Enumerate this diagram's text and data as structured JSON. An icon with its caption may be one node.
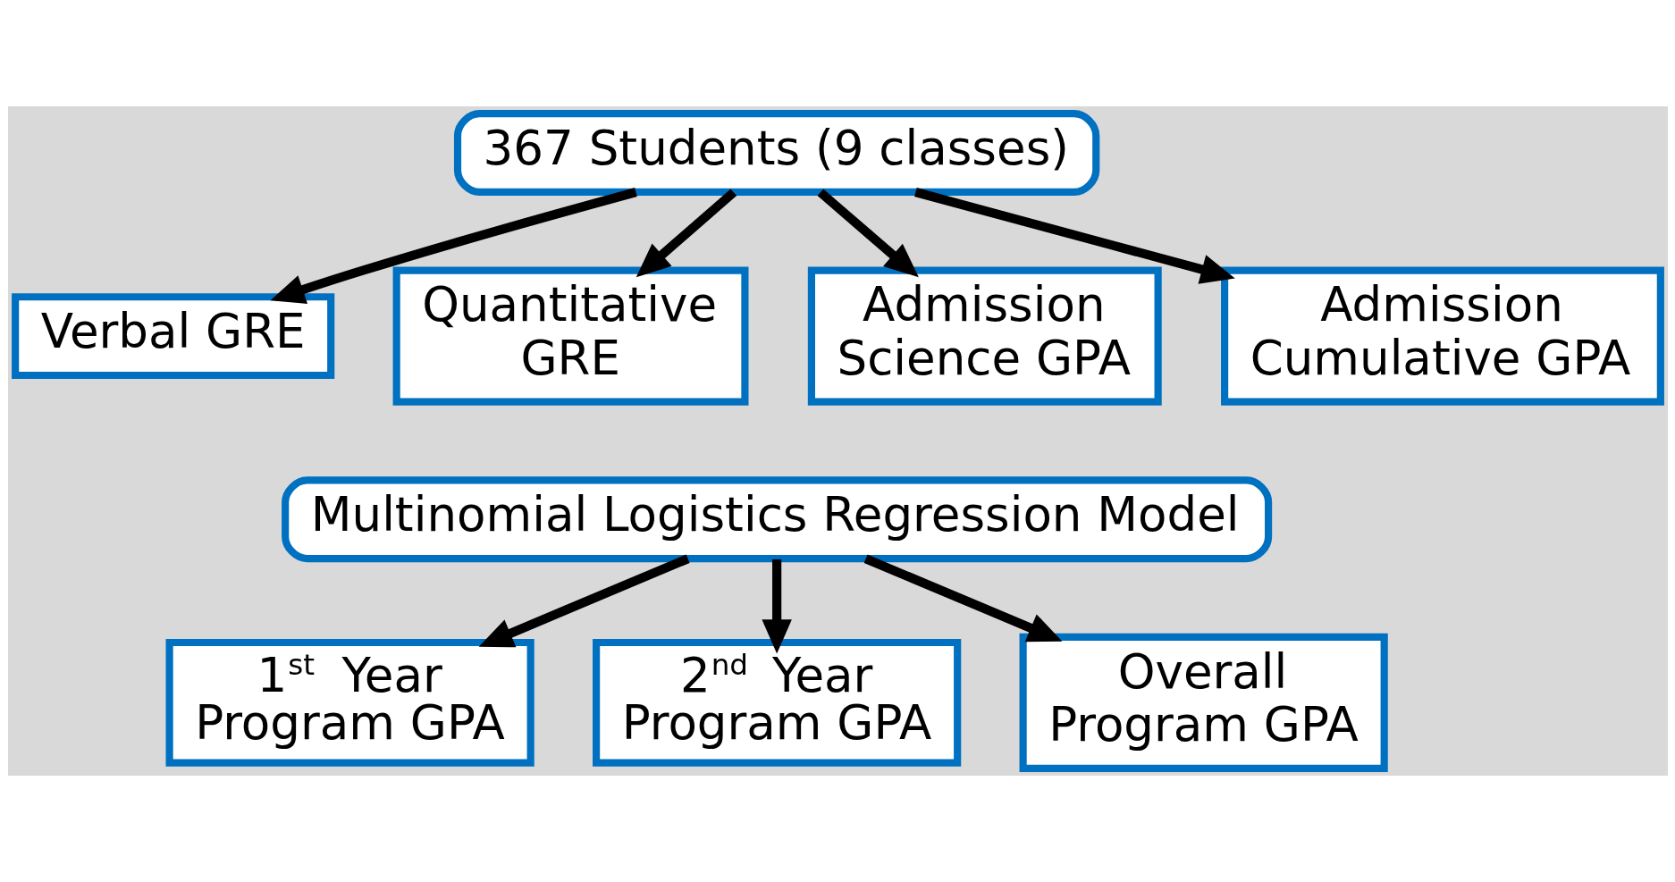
{
  "diagram": {
    "nodes": [
      {
        "text": [
          "367 Students (9 classes)"
        ]
      },
      {
        "text": [
          "Verbal GRE"
        ]
      },
      {
        "text": [
          "Quantitative GRE"
        ]
      },
      {
        "text": [
          "Admission Science GPA"
        ]
      },
      {
        "text": [
          "Admission Cumulative GPA"
        ]
      },
      {
        "text": [
          "Multinomial Logistics Regression Model"
        ]
      },
      {
        "text": [
          "1$^{st}$ Year Program GPA"
        ]
      },
      {
        "text": [
          "2$^{nd}$ Year Program GPA"
        ]
      },
      {
        "text": [
          "Overall Program GPA"
        ]
      }
    ],
    "edges": [
      {
        "from": 0,
        "to": 1,
        "arrow": "to"
      },
      {
        "from": 0,
        "to": 2,
        "arrow": "to"
      },
      {
        "from": 0,
        "to": 3,
        "arrow": "to"
      },
      {
        "from": 0,
        "to": 4,
        "arrow": "to"
      },
      {
        "from": 5,
        "to": 6,
        "arrow": "to"
      },
      {
        "from": 5,
        "to": 7,
        "arrow": "to"
      },
      {
        "from": 5,
        "to": 8,
        "arrow": "to"
      }
    ]
  }
}
